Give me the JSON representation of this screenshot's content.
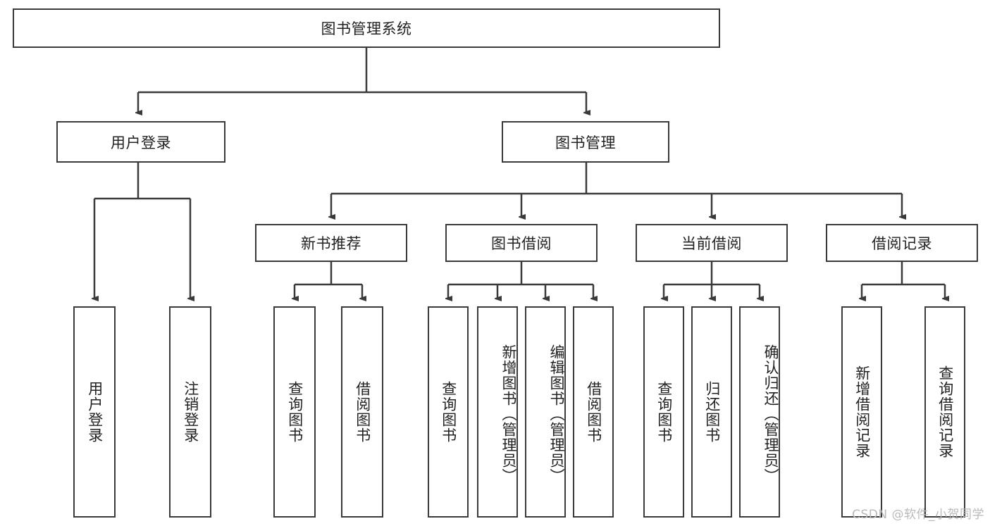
{
  "diagram": {
    "title": "图书管理系统",
    "type": "hierarchy-tree",
    "root": {
      "label": "图书管理系统",
      "children": [
        {
          "label": "用户登录",
          "children": [
            {
              "label": "用户登录"
            },
            {
              "label": "注销登录"
            }
          ]
        },
        {
          "label": "图书管理",
          "children": [
            {
              "label": "新书推荐",
              "children": [
                {
                  "label": "查询图书"
                },
                {
                  "label": "借阅图书"
                }
              ]
            },
            {
              "label": "图书借阅",
              "children": [
                {
                  "label": "查询图书"
                },
                {
                  "label": "新增图书（管理员）"
                },
                {
                  "label": "编辑图书（管理员）"
                },
                {
                  "label": "借阅图书"
                }
              ]
            },
            {
              "label": "当前借阅",
              "children": [
                {
                  "label": "查询图书"
                },
                {
                  "label": "归还图书"
                },
                {
                  "label": "确认归还（管理员）"
                }
              ]
            },
            {
              "label": "借阅记录",
              "children": [
                {
                  "label": "新增借阅记录"
                },
                {
                  "label": "查询借阅记录"
                }
              ]
            }
          ]
        }
      ]
    }
  },
  "nodes": {
    "root": "图书管理系统",
    "user_login": "用户登录",
    "book_manage": "图书管理",
    "new_book_rec": "新书推荐",
    "book_borrow": "图书借阅",
    "current_borrow": "当前借阅",
    "borrow_record": "借阅记录",
    "leaf_user_login": "用户登录",
    "leaf_logout": "注销登录",
    "leaf_query_book_1": "查询图书",
    "leaf_borrow_book_1": "借阅图书",
    "leaf_query_book_2": "查询图书",
    "leaf_add_book_admin": "新增图书（管理员）",
    "leaf_edit_book_admin": "编辑图书（管理员）",
    "leaf_borrow_book_2": "借阅图书",
    "leaf_query_book_3": "查询图书",
    "leaf_return_book": "归还图书",
    "leaf_confirm_return_admin": "确认归还（管理员）",
    "leaf_add_record": "新增借阅记录",
    "leaf_query_record": "查询借阅记录"
  },
  "watermark": "CSDN @软件_小贺同学",
  "colors": {
    "border": "#3a3a3a",
    "text": "#222222",
    "background": "#ffffff",
    "watermark": "#b9b9b9"
  }
}
